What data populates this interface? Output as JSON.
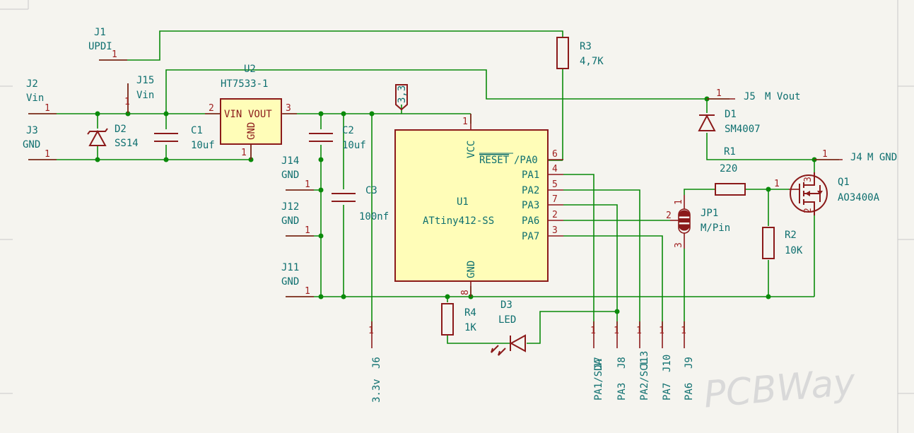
{
  "colors": {
    "wire": "#0a8a0a",
    "component": "#8b1a1a",
    "ic_fill": "#fffdb8",
    "text": "#0e6f6f",
    "background": "#f5f4ef"
  },
  "watermark": "PCBWay",
  "connectors": {
    "j1": {
      "ref": "J1",
      "value": "UPDI"
    },
    "j2": {
      "ref": "J2",
      "value": "Vin"
    },
    "j3": {
      "ref": "J3",
      "value": "GND"
    },
    "j15": {
      "ref": "J15",
      "value": "Vin"
    },
    "j14": {
      "ref": "J14",
      "value": "GND"
    },
    "j12": {
      "ref": "J12",
      "value": "GND"
    },
    "j11": {
      "ref": "J11",
      "value": "GND"
    },
    "j5": {
      "ref": "J5",
      "value": "M Vout"
    },
    "j4": {
      "ref": "J4",
      "value": "M GND"
    },
    "j6": {
      "ref": "J6",
      "value": "3.3v"
    },
    "j7": {
      "ref": "J7",
      "value": "PA1/SDA"
    },
    "j8": {
      "ref": "J8",
      "value": "PA3"
    },
    "j13": {
      "ref": "J13",
      "value": "PA2/SCL"
    },
    "j10": {
      "ref": "J10",
      "value": "PA7"
    },
    "j9": {
      "ref": "J9",
      "value": "PA6"
    }
  },
  "components": {
    "u2": {
      "ref": "U2",
      "value": "HT7533-1",
      "pin_vin": "VIN",
      "pin_vout": "VOUT",
      "pin_gnd": "GND"
    },
    "u1": {
      "ref": "U1",
      "value": "ATtiny412-SS",
      "pin_vcc": "VCC",
      "pin_reset_overbar": "RESET",
      "pin_reset_rest": "/PA0",
      "pin_pa1": "PA1",
      "pin_pa2": "PA2",
      "pin_pa3": "PA3",
      "pin_pa6": "PA6",
      "pin_pa7": "PA7",
      "pin_gnd": "GND"
    },
    "c1": {
      "ref": "C1",
      "value": "10uf"
    },
    "c2": {
      "ref": "C2",
      "value": "10uf"
    },
    "c3": {
      "ref": "C3",
      "value": "100nf"
    },
    "d1": {
      "ref": "D1",
      "value": "SM4007"
    },
    "d2": {
      "ref": "D2",
      "value": "SS14"
    },
    "d3": {
      "ref": "D3",
      "value": "LED"
    },
    "r1": {
      "ref": "R1",
      "value": "220"
    },
    "r2": {
      "ref": "R2",
      "value": "10K"
    },
    "r3": {
      "ref": "R3",
      "value": "4,7K"
    },
    "r4": {
      "ref": "R4",
      "value": "1K"
    },
    "q1": {
      "ref": "Q1",
      "value": "AO3400A"
    },
    "jp1": {
      "ref": "JP1",
      "value": "M/Pin"
    }
  },
  "power_flag": "3,3",
  "pin_numbers": {
    "one": "1",
    "two": "2",
    "three": "3",
    "four": "4",
    "five": "5",
    "six": "6",
    "seven": "7",
    "eight": "8"
  }
}
